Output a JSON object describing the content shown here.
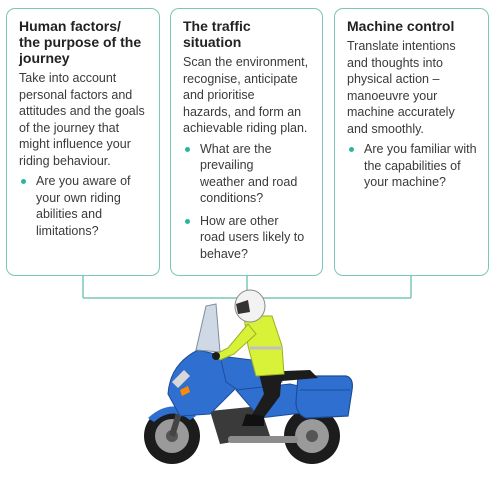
{
  "cards": [
    {
      "title_lines": [
        "Human factors/",
        "the purpose of the",
        "journey"
      ],
      "desc_lines": [
        "Take into account",
        "personal factors and",
        "attitudes and the goals",
        "of the journey that",
        "might influence your",
        "riding behaviour."
      ],
      "bullets": [
        {
          "lines": [
            "Are you aware of",
            "your own riding",
            "abilities and",
            "limitations?"
          ]
        }
      ]
    },
    {
      "title_lines": [
        "The traffic",
        "situation"
      ],
      "desc_lines": [
        "Scan the environment,",
        "recognise, anticipate",
        "and prioritise",
        "hazards, and form an",
        "achievable riding plan."
      ],
      "bullets": [
        {
          "lines": [
            "What are the",
            "prevailing",
            "weather and road",
            "conditions?"
          ]
        },
        {
          "lines": [
            "How are other",
            "road users likely to",
            "behave?"
          ]
        }
      ]
    },
    {
      "title_lines": [
        "Machine control"
      ],
      "desc_lines": [
        "Translate intentions",
        "and thoughts into",
        "physical action –",
        "manoeuvre your",
        "machine accurately",
        "and smoothly."
      ],
      "bullets": [
        {
          "lines": [
            "Are you familiar with",
            "the capabilities of",
            "your machine?"
          ]
        }
      ]
    }
  ],
  "colors": {
    "border": "#7ac7b8",
    "connector": "#7ac7b8",
    "bullet": "#2fb3a0",
    "bike_body": "#2f6fd0",
    "jacket": "#d8f23a"
  }
}
